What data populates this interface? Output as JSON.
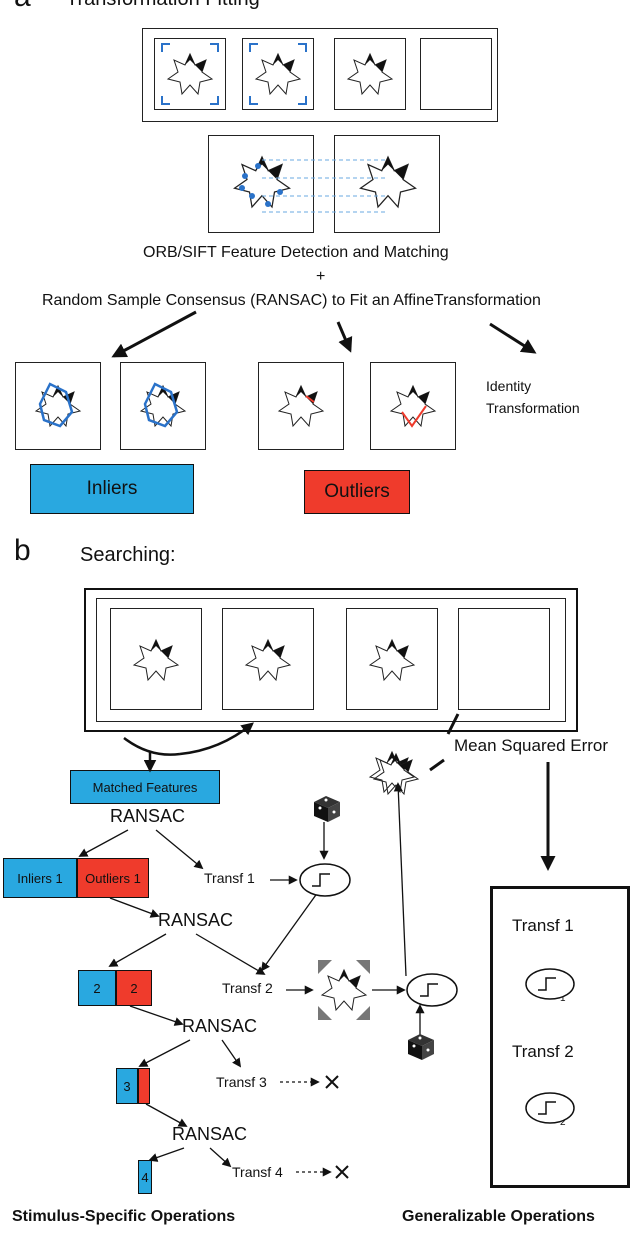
{
  "panel_a": {
    "letter": "a",
    "title": "Transformation Fitting",
    "detection_caption": "ORB/SIFT Feature Detection and Matching",
    "plus": "+",
    "ransac_caption": "Random Sample Consensus (RANSAC) to Fit an AffineTransformation",
    "identity_label_line1": "Identity",
    "identity_label_line2": "Transformation",
    "inliers_label": "Inliers",
    "outliers_label": "Outliers"
  },
  "panel_b": {
    "letter": "b",
    "title": "Searching:",
    "mse_label": "Mean Squared Error",
    "matched_features_label": "Matched Features",
    "ransac_1": "RANSAC",
    "ransac_2": "RANSAC",
    "ransac_3": "RANSAC",
    "ransac_4": "RANSAC",
    "inliers_1": "Inliers 1",
    "outliers_1": "Outliers 1",
    "inliers_2": "2",
    "outliers_2": "2",
    "inliers_3": "3",
    "inliers_4": "4",
    "transf_1": "Transf 1",
    "transf_2": "Transf 2",
    "transf_3": "Transf 3",
    "transf_4": "Transf 4",
    "op_sub_1": "1",
    "op_sub_2": "2",
    "general_transf_1": "Transf 1",
    "general_transf_2": "Transf 2",
    "general_sub_1": "1",
    "general_sub_2": "2",
    "stimulus_specific_label": "Stimulus-Specific Operations",
    "generalizable_label": "Generalizable Operations"
  },
  "colors": {
    "inlier_blue": "#29a8e0",
    "outlier_red": "#ef3b2c",
    "feature_blue": "#2a72c9"
  }
}
